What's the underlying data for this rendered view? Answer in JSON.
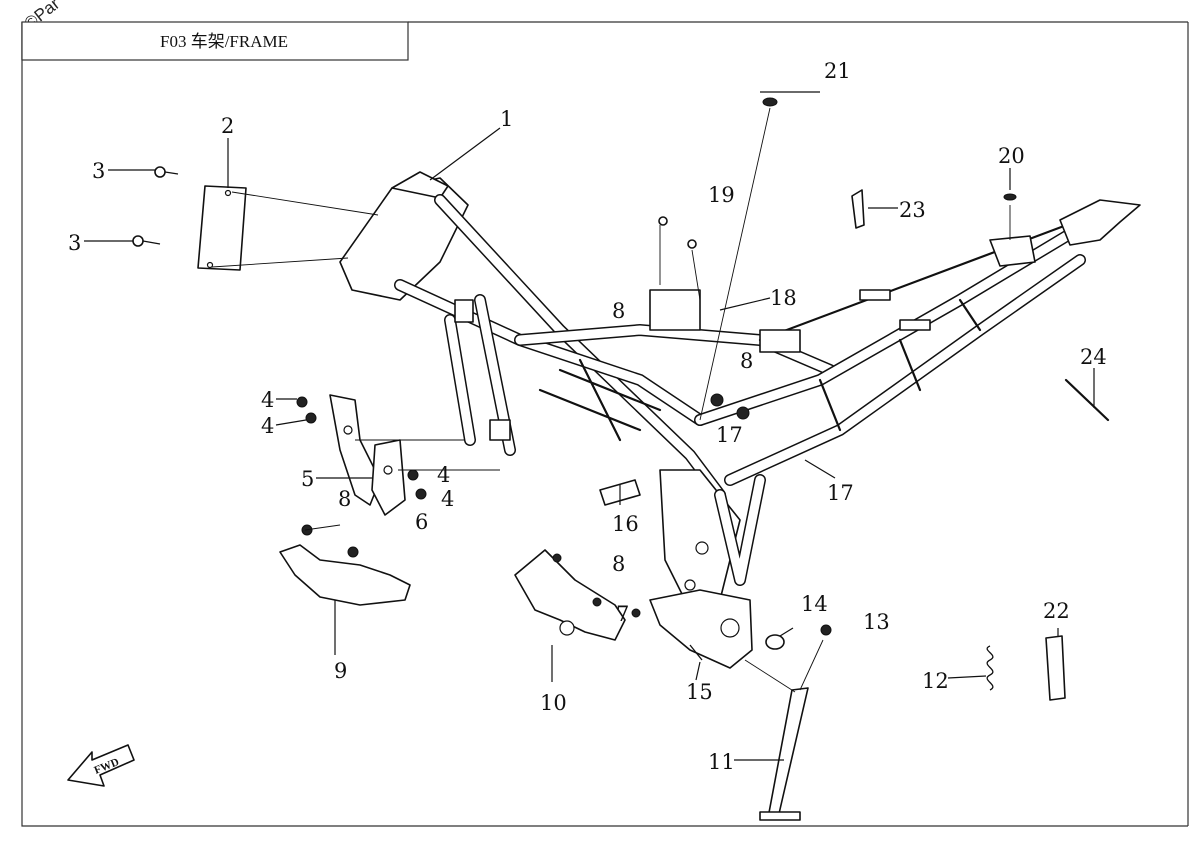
{
  "watermark": "©Par",
  "title": "F03 车架/FRAME",
  "fwd_label": "FWD",
  "callouts": [
    {
      "id": "c1",
      "text": "1"
    },
    {
      "id": "c2",
      "text": "2"
    },
    {
      "id": "c3a",
      "text": "3"
    },
    {
      "id": "c3b",
      "text": "3"
    },
    {
      "id": "c4a",
      "text": "4"
    },
    {
      "id": "c4b",
      "text": "4"
    },
    {
      "id": "c4c",
      "text": "4"
    },
    {
      "id": "c4d",
      "text": "4"
    },
    {
      "id": "c5",
      "text": "5"
    },
    {
      "id": "c6",
      "text": "6"
    },
    {
      "id": "c7",
      "text": "7"
    },
    {
      "id": "c8a",
      "text": "8"
    },
    {
      "id": "c8b",
      "text": "8"
    },
    {
      "id": "c8c",
      "text": "8"
    },
    {
      "id": "c8d",
      "text": "8"
    },
    {
      "id": "c9",
      "text": "9"
    },
    {
      "id": "c10",
      "text": "10"
    },
    {
      "id": "c11",
      "text": "11"
    },
    {
      "id": "c12",
      "text": "12"
    },
    {
      "id": "c13",
      "text": "13"
    },
    {
      "id": "c14",
      "text": "14"
    },
    {
      "id": "c15",
      "text": "15"
    },
    {
      "id": "c16",
      "text": "16"
    },
    {
      "id": "c17a",
      "text": "17"
    },
    {
      "id": "c17b",
      "text": "17"
    },
    {
      "id": "c18",
      "text": "18"
    },
    {
      "id": "c19",
      "text": "19"
    },
    {
      "id": "c20",
      "text": "20"
    },
    {
      "id": "c21",
      "text": "21"
    },
    {
      "id": "c22",
      "text": "22"
    },
    {
      "id": "c23",
      "text": "23"
    },
    {
      "id": "c24",
      "text": "24"
    }
  ]
}
